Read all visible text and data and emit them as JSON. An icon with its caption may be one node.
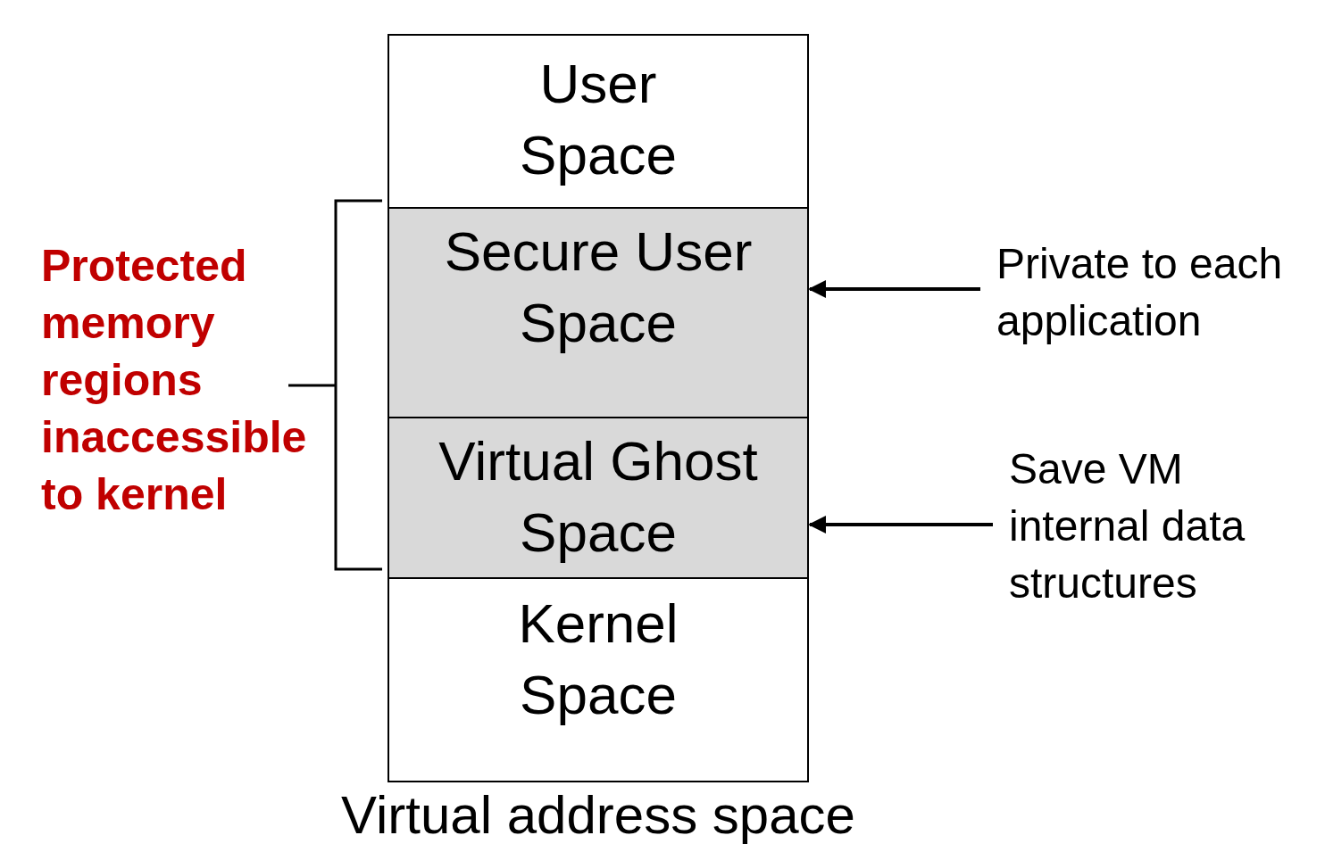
{
  "diagram": {
    "caption": "Virtual address space",
    "nodes": [
      {
        "text": [
          "User Space"
        ]
      },
      {
        "text": [
          "Secure User Space"
        ]
      },
      {
        "text": [
          "Virtual Ghost Space"
        ]
      },
      {
        "text": [
          "Kernel Space"
        ]
      },
      {
        "text": [
          "Private to each application"
        ]
      },
      {
        "text": [
          "Save VM internal data structures"
        ]
      }
    ],
    "edges": [
      {
        "from": 4,
        "to": 1,
        "arrow": "to"
      },
      {
        "from": 5,
        "to": 2,
        "arrow": "to"
      }
    ],
    "labels": [
      "Protected memory regions inaccessible to kernel"
    ]
  }
}
